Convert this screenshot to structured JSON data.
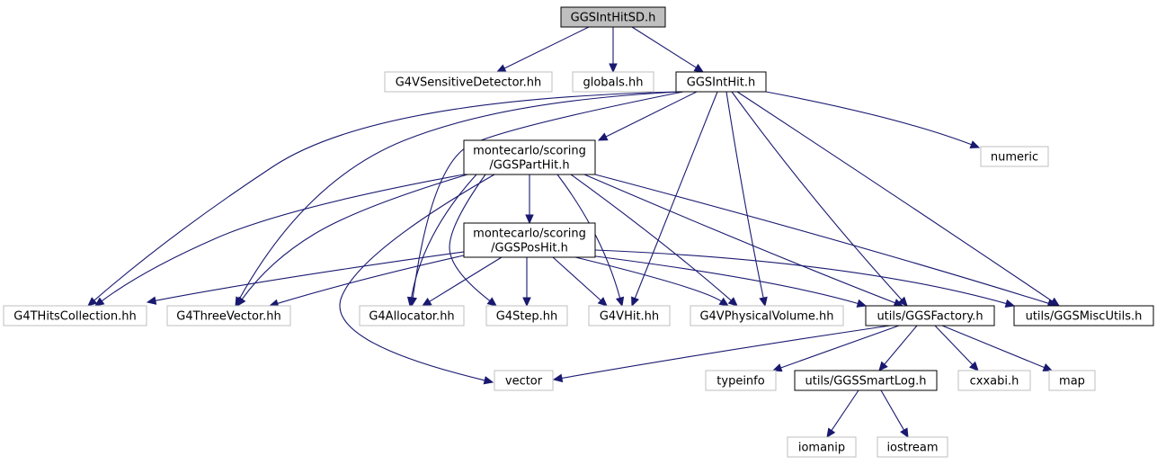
{
  "diagram": {
    "colors": {
      "edge": "#191970",
      "root_fill": "#bfbfbf",
      "project_border": "#000000",
      "external_border": "#bfbfbf"
    },
    "nodes": [
      {
        "id": "root",
        "lines": [
          "GGSIntHitSD.h"
        ],
        "kind": "root"
      },
      {
        "id": "g4vsd",
        "lines": [
          "G4VSensitiveDetector.hh"
        ],
        "kind": "external"
      },
      {
        "id": "globals",
        "lines": [
          "globals.hh"
        ],
        "kind": "external"
      },
      {
        "id": "intHit",
        "lines": [
          "GGSIntHit.h"
        ],
        "kind": "project"
      },
      {
        "id": "partHit",
        "lines": [
          "montecarlo/scoring",
          "/GGSPartHit.h"
        ],
        "kind": "project"
      },
      {
        "id": "numeric",
        "lines": [
          "numeric"
        ],
        "kind": "external"
      },
      {
        "id": "posHit",
        "lines": [
          "montecarlo/scoring",
          "/GGSPosHit.h"
        ],
        "kind": "project"
      },
      {
        "id": "hitsColl",
        "lines": [
          "G4THitsCollection.hh"
        ],
        "kind": "external"
      },
      {
        "id": "threeVec",
        "lines": [
          "G4ThreeVector.hh"
        ],
        "kind": "external"
      },
      {
        "id": "alloc",
        "lines": [
          "G4Allocator.hh"
        ],
        "kind": "external"
      },
      {
        "id": "step",
        "lines": [
          "G4Step.hh"
        ],
        "kind": "external"
      },
      {
        "id": "vhit",
        "lines": [
          "G4VHit.hh"
        ],
        "kind": "external"
      },
      {
        "id": "physVol",
        "lines": [
          "G4VPhysicalVolume.hh"
        ],
        "kind": "external"
      },
      {
        "id": "factory",
        "lines": [
          "utils/GGSFactory.h"
        ],
        "kind": "project"
      },
      {
        "id": "miscUtils",
        "lines": [
          "utils/GGSMiscUtils.h"
        ],
        "kind": "project"
      },
      {
        "id": "vector",
        "lines": [
          "vector"
        ],
        "kind": "external"
      },
      {
        "id": "typeinfo",
        "lines": [
          "typeinfo"
        ],
        "kind": "external"
      },
      {
        "id": "smartLog",
        "lines": [
          "utils/GGSSmartLog.h"
        ],
        "kind": "project"
      },
      {
        "id": "cxxabi",
        "lines": [
          "cxxabi.h"
        ],
        "kind": "external"
      },
      {
        "id": "map",
        "lines": [
          "map"
        ],
        "kind": "external"
      },
      {
        "id": "iomanip",
        "lines": [
          "iomanip"
        ],
        "kind": "external"
      },
      {
        "id": "iostream",
        "lines": [
          "iostream"
        ],
        "kind": "external"
      }
    ],
    "edges": [
      {
        "from": "root",
        "to": "g4vsd"
      },
      {
        "from": "root",
        "to": "globals"
      },
      {
        "from": "root",
        "to": "intHit"
      },
      {
        "from": "intHit",
        "to": "hitsColl"
      },
      {
        "from": "intHit",
        "to": "threeVec"
      },
      {
        "from": "intHit",
        "to": "alloc"
      },
      {
        "from": "intHit",
        "to": "partHit"
      },
      {
        "from": "intHit",
        "to": "numeric"
      },
      {
        "from": "intHit",
        "to": "vhit"
      },
      {
        "from": "intHit",
        "to": "physVol"
      },
      {
        "from": "intHit",
        "to": "factory"
      },
      {
        "from": "intHit",
        "to": "miscUtils"
      },
      {
        "from": "partHit",
        "to": "hitsColl"
      },
      {
        "from": "partHit",
        "to": "threeVec"
      },
      {
        "from": "partHit",
        "to": "alloc"
      },
      {
        "from": "partHit",
        "to": "step"
      },
      {
        "from": "partHit",
        "to": "vhit"
      },
      {
        "from": "partHit",
        "to": "physVol"
      },
      {
        "from": "partHit",
        "to": "factory"
      },
      {
        "from": "partHit",
        "to": "miscUtils"
      },
      {
        "from": "partHit",
        "to": "vector"
      },
      {
        "from": "partHit",
        "to": "posHit"
      },
      {
        "from": "posHit",
        "to": "hitsColl"
      },
      {
        "from": "posHit",
        "to": "threeVec"
      },
      {
        "from": "posHit",
        "to": "alloc"
      },
      {
        "from": "posHit",
        "to": "step"
      },
      {
        "from": "posHit",
        "to": "vhit"
      },
      {
        "from": "posHit",
        "to": "physVol"
      },
      {
        "from": "posHit",
        "to": "factory"
      },
      {
        "from": "posHit",
        "to": "miscUtils"
      },
      {
        "from": "factory",
        "to": "vector"
      },
      {
        "from": "factory",
        "to": "typeinfo"
      },
      {
        "from": "factory",
        "to": "smartLog"
      },
      {
        "from": "factory",
        "to": "cxxabi"
      },
      {
        "from": "factory",
        "to": "map"
      },
      {
        "from": "smartLog",
        "to": "iomanip"
      },
      {
        "from": "smartLog",
        "to": "iostream"
      }
    ]
  }
}
